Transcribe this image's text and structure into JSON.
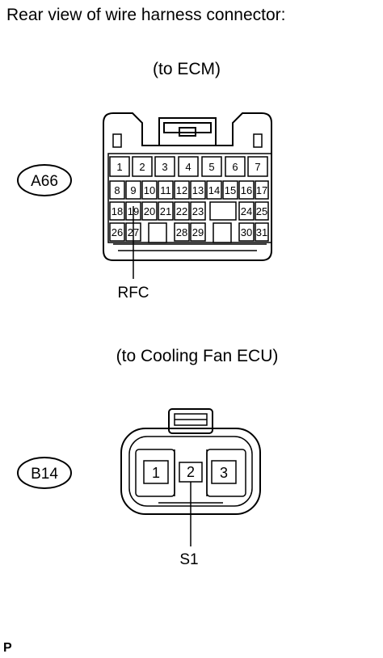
{
  "title": "Rear view of wire harness connector:",
  "connector_a": {
    "destination": "(to ECM)",
    "code": "A66",
    "pins": [
      {
        "label": "1"
      },
      {
        "label": "2"
      },
      {
        "label": "3"
      },
      {
        "label": "4"
      },
      {
        "label": "5"
      },
      {
        "label": "6"
      },
      {
        "label": "7"
      },
      {
        "label": "8"
      },
      {
        "label": "9"
      },
      {
        "label": "10"
      },
      {
        "label": "11"
      },
      {
        "label": "12"
      },
      {
        "label": "13"
      },
      {
        "label": "14"
      },
      {
        "label": "15"
      },
      {
        "label": "16"
      },
      {
        "label": "17"
      },
      {
        "label": "18"
      },
      {
        "label": "19"
      },
      {
        "label": "20"
      },
      {
        "label": "21"
      },
      {
        "label": "22"
      },
      {
        "label": "23"
      },
      {
        "label": "24"
      },
      {
        "label": "25"
      },
      {
        "label": "26"
      },
      {
        "label": "27"
      },
      {
        "label": "28"
      },
      {
        "label": "29"
      },
      {
        "label": "30"
      },
      {
        "label": "31"
      }
    ],
    "callout": "RFC"
  },
  "connector_b": {
    "destination": "(to Cooling Fan ECU)",
    "code": "B14",
    "pins": [
      {
        "label": "1"
      },
      {
        "label": "2"
      },
      {
        "label": "3"
      }
    ],
    "callout": "S1"
  },
  "footer": "P"
}
